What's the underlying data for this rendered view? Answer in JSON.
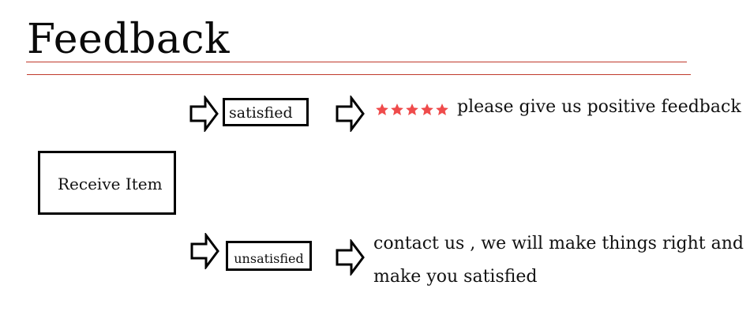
{
  "title": "Feedback",
  "colors": {
    "rule": "#c0392b",
    "star": "#ef4b4b",
    "box_border": "#000000",
    "text": "#111111"
  },
  "diagram": {
    "start_node": {
      "label": "Receive Item"
    },
    "branches": [
      {
        "condition": {
          "label": "satisfied"
        },
        "rating": {
          "icon": "star-icon",
          "count": 5
        },
        "outcome": {
          "lines": [
            "please give us positive feedback"
          ]
        }
      },
      {
        "condition": {
          "label": "unsatisfied"
        },
        "outcome": {
          "lines": [
            "contact us , we will make things right and",
            "make you satisfied"
          ]
        }
      }
    ],
    "connector_icon": "right-arrow-icon"
  }
}
